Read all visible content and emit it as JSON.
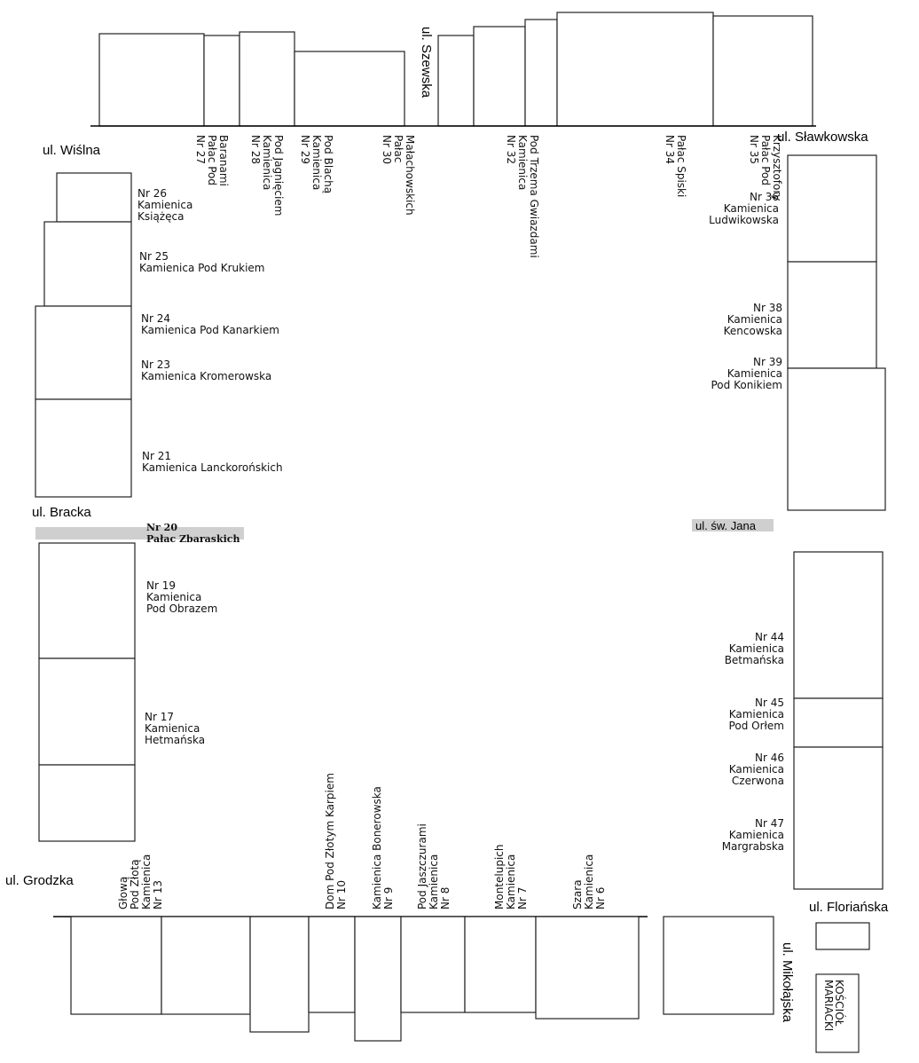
{
  "streets": {
    "szewska": "ul. Szewska",
    "wislna": "ul. Wiślna",
    "slawkowska": "ul. Sławkowska",
    "bracka": "ul. Bracka",
    "sw_jana": "ul. św. Jana",
    "grodzka": "ul. Grodzka",
    "florianska": "ul. Floriańska",
    "mikolajska": "ul. Mikołajska"
  },
  "church": [
    "KOŚCIÓŁ",
    "MARIACKI"
  ],
  "top_labels": [
    {
      "lines": [
        "Nr 27",
        "Pałac Pod",
        "Baranami"
      ]
    },
    {
      "lines": [
        "Nr 28",
        "Kamienica",
        "Pod Jagnięciem"
      ]
    },
    {
      "lines": [
        "Nr 29",
        "Kamienica",
        "Pod Blachą"
      ]
    },
    {
      "lines": [
        "Nr 30",
        "Pałac",
        "Małachowskich"
      ]
    },
    {
      "lines": [
        "Nr 32",
        "Kamienica",
        "Pod Trzema Gwiazdami"
      ]
    },
    {
      "lines": [
        "Nr 34",
        "Pałac Spiski"
      ]
    },
    {
      "lines": [
        "Nr 35",
        "Pałac Pod",
        "Krzysztofory"
      ]
    }
  ],
  "left_labels": [
    {
      "lines": [
        "Nr 26",
        "Kamienica",
        "Książęca"
      ]
    },
    {
      "lines": [
        "Nr 25",
        "Kamienica Pod Krukiem"
      ]
    },
    {
      "lines": [
        "Nr 24",
        "Kamienica Pod Kanarkiem"
      ]
    },
    {
      "lines": [
        "Nr 23",
        "Kamienica Kromerowska"
      ]
    },
    {
      "lines": [
        "Nr 21",
        "Kamienica Lanckorońskich"
      ]
    },
    {
      "lines": [
        "Nr 20",
        "Pałac Zbaraskich"
      ]
    },
    {
      "lines": [
        "Nr 19",
        "Kamienica",
        "Pod Obrazem"
      ]
    },
    {
      "lines": [
        "Nr 17",
        "Kamienica",
        "Hetmańska"
      ]
    }
  ],
  "right_labels": [
    {
      "lines": [
        "Nr 36",
        "Kamienica",
        "Ludwikowska"
      ]
    },
    {
      "lines": [
        "Nr 38",
        "Kamienica",
        "Kencowska"
      ]
    },
    {
      "lines": [
        "Nr 39",
        "Kamienica",
        "Pod Konikiem"
      ]
    },
    {
      "lines": [
        "Nr 44",
        "Kamienica",
        "Betmańska"
      ]
    },
    {
      "lines": [
        "Nr 45",
        "Kamienica",
        "Pod Orłem"
      ]
    },
    {
      "lines": [
        "Nr 46",
        "Kamienica",
        "Czerwona"
      ]
    },
    {
      "lines": [
        "Nr 47",
        "Kamienica",
        "Margrabska"
      ]
    }
  ],
  "bottom_labels": [
    {
      "lines": [
        "Nr 13",
        "Kamienica",
        "Pod Złotą",
        "Głową"
      ]
    },
    {
      "lines": [
        "Nr 10",
        "Dom Pod Złotym Karpiem"
      ]
    },
    {
      "lines": [
        "Nr 9",
        "Kamienica Bonerowska"
      ]
    },
    {
      "lines": [
        "Nr 8",
        "Kamienica",
        "Pod Jaszczurami"
      ]
    },
    {
      "lines": [
        "Nr 7",
        "Kamienica",
        "Montelupich"
      ]
    },
    {
      "lines": [
        "Nr 6",
        "Kamienica",
        "Szara"
      ]
    }
  ]
}
